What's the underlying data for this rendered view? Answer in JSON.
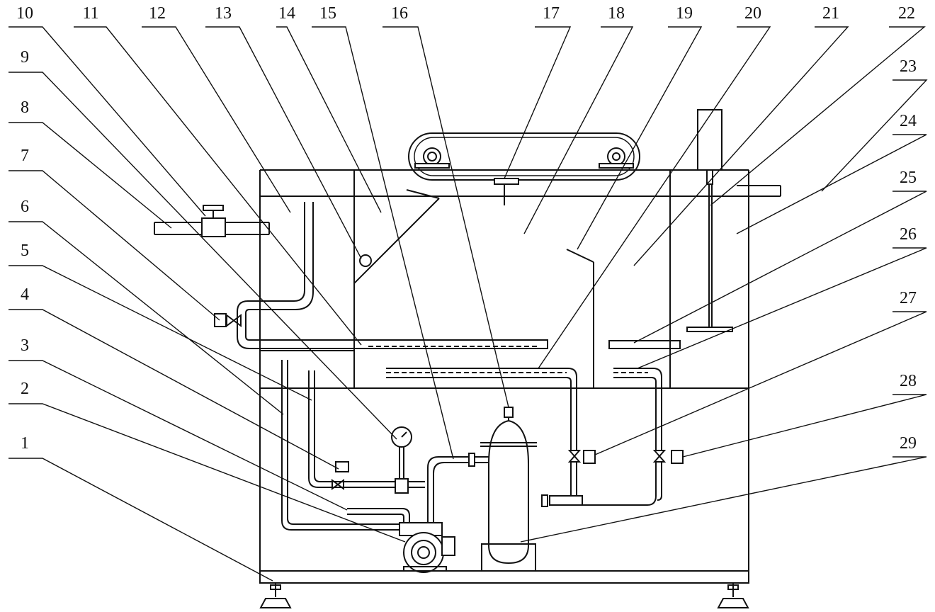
{
  "labels": [
    "1",
    "2",
    "3",
    "4",
    "5",
    "6",
    "7",
    "8",
    "9",
    "10",
    "11",
    "12",
    "13",
    "14",
    "15",
    "16",
    "17",
    "18",
    "19",
    "20",
    "21",
    "22",
    "23",
    "24",
    "25",
    "26",
    "27",
    "28",
    "29"
  ]
}
